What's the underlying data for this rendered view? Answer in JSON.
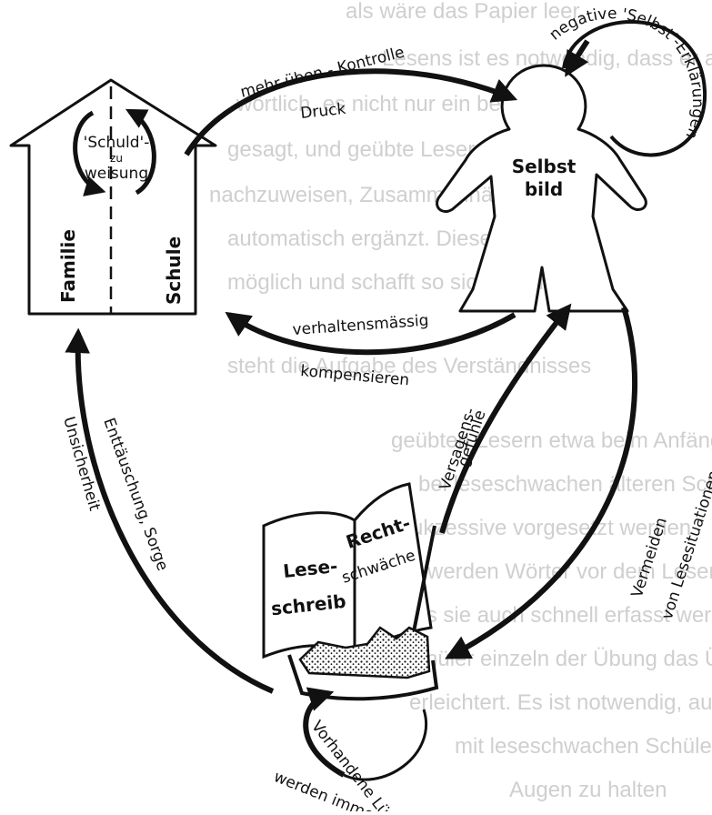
{
  "diagram": {
    "nodes": {
      "house": {
        "left_label": "Familie",
        "right_label": "Schule",
        "inner_lines": [
          "'Schuld'-",
          "zu",
          "weisung"
        ]
      },
      "self_image": {
        "lines": [
          "Selbst",
          "bild"
        ]
      },
      "book": {
        "left_lines": [
          "Lese-",
          "schreib"
        ],
        "right_lines": [
          "Recht-",
          "schwäche"
        ]
      }
    },
    "edges": {
      "top_line1": "mehr üben - Kontrolle",
      "top_line2": "Druck",
      "self_loop": "negative 'Selbst'-Erklärungen",
      "middle_line1": "verhaltensmässig",
      "middle_line2": "kompensieren",
      "failure_line1": "Versagens-",
      "failure_line2": "gefühle",
      "avoid_line1": "Vermeiden",
      "avoid_line2": "von Lesesituationen",
      "left_line1": "Enttäuschung, Sorge",
      "left_line2": "Unsicherheit",
      "bottom_line1": "Vorhandene Lücken",
      "bottom_line2": "werden immer grösser"
    },
    "background_text": [
      "als wäre das Papier leer.",
      "Lesens ist es notwendig, dass er alle",
      "wörtlich, es nicht nur ein bekanntes",
      "gesagt, und geübte Leser vermögen",
      "nachzuweisen, Zusammenhänge",
      "automatisch ergänzt. Dieses Lücken",
      "möglich und schafft so sicher den",
      "steht die Aufgabe des Verständnisses",
      "geübten Lesern etwa beim Anfänger",
      "bei leseschwachen älteren Schülern",
      "sukzessive vorgesetzt werden",
      "werden Wörter vor dem Lesen",
      "dass sie auch schnell erfasst werden",
      "Schüler einzeln der Übung das Üben",
      "erleichtert. Es ist notwendig, auch",
      "mit leseschwachen Schülern",
      "Augen zu halten"
    ]
  }
}
